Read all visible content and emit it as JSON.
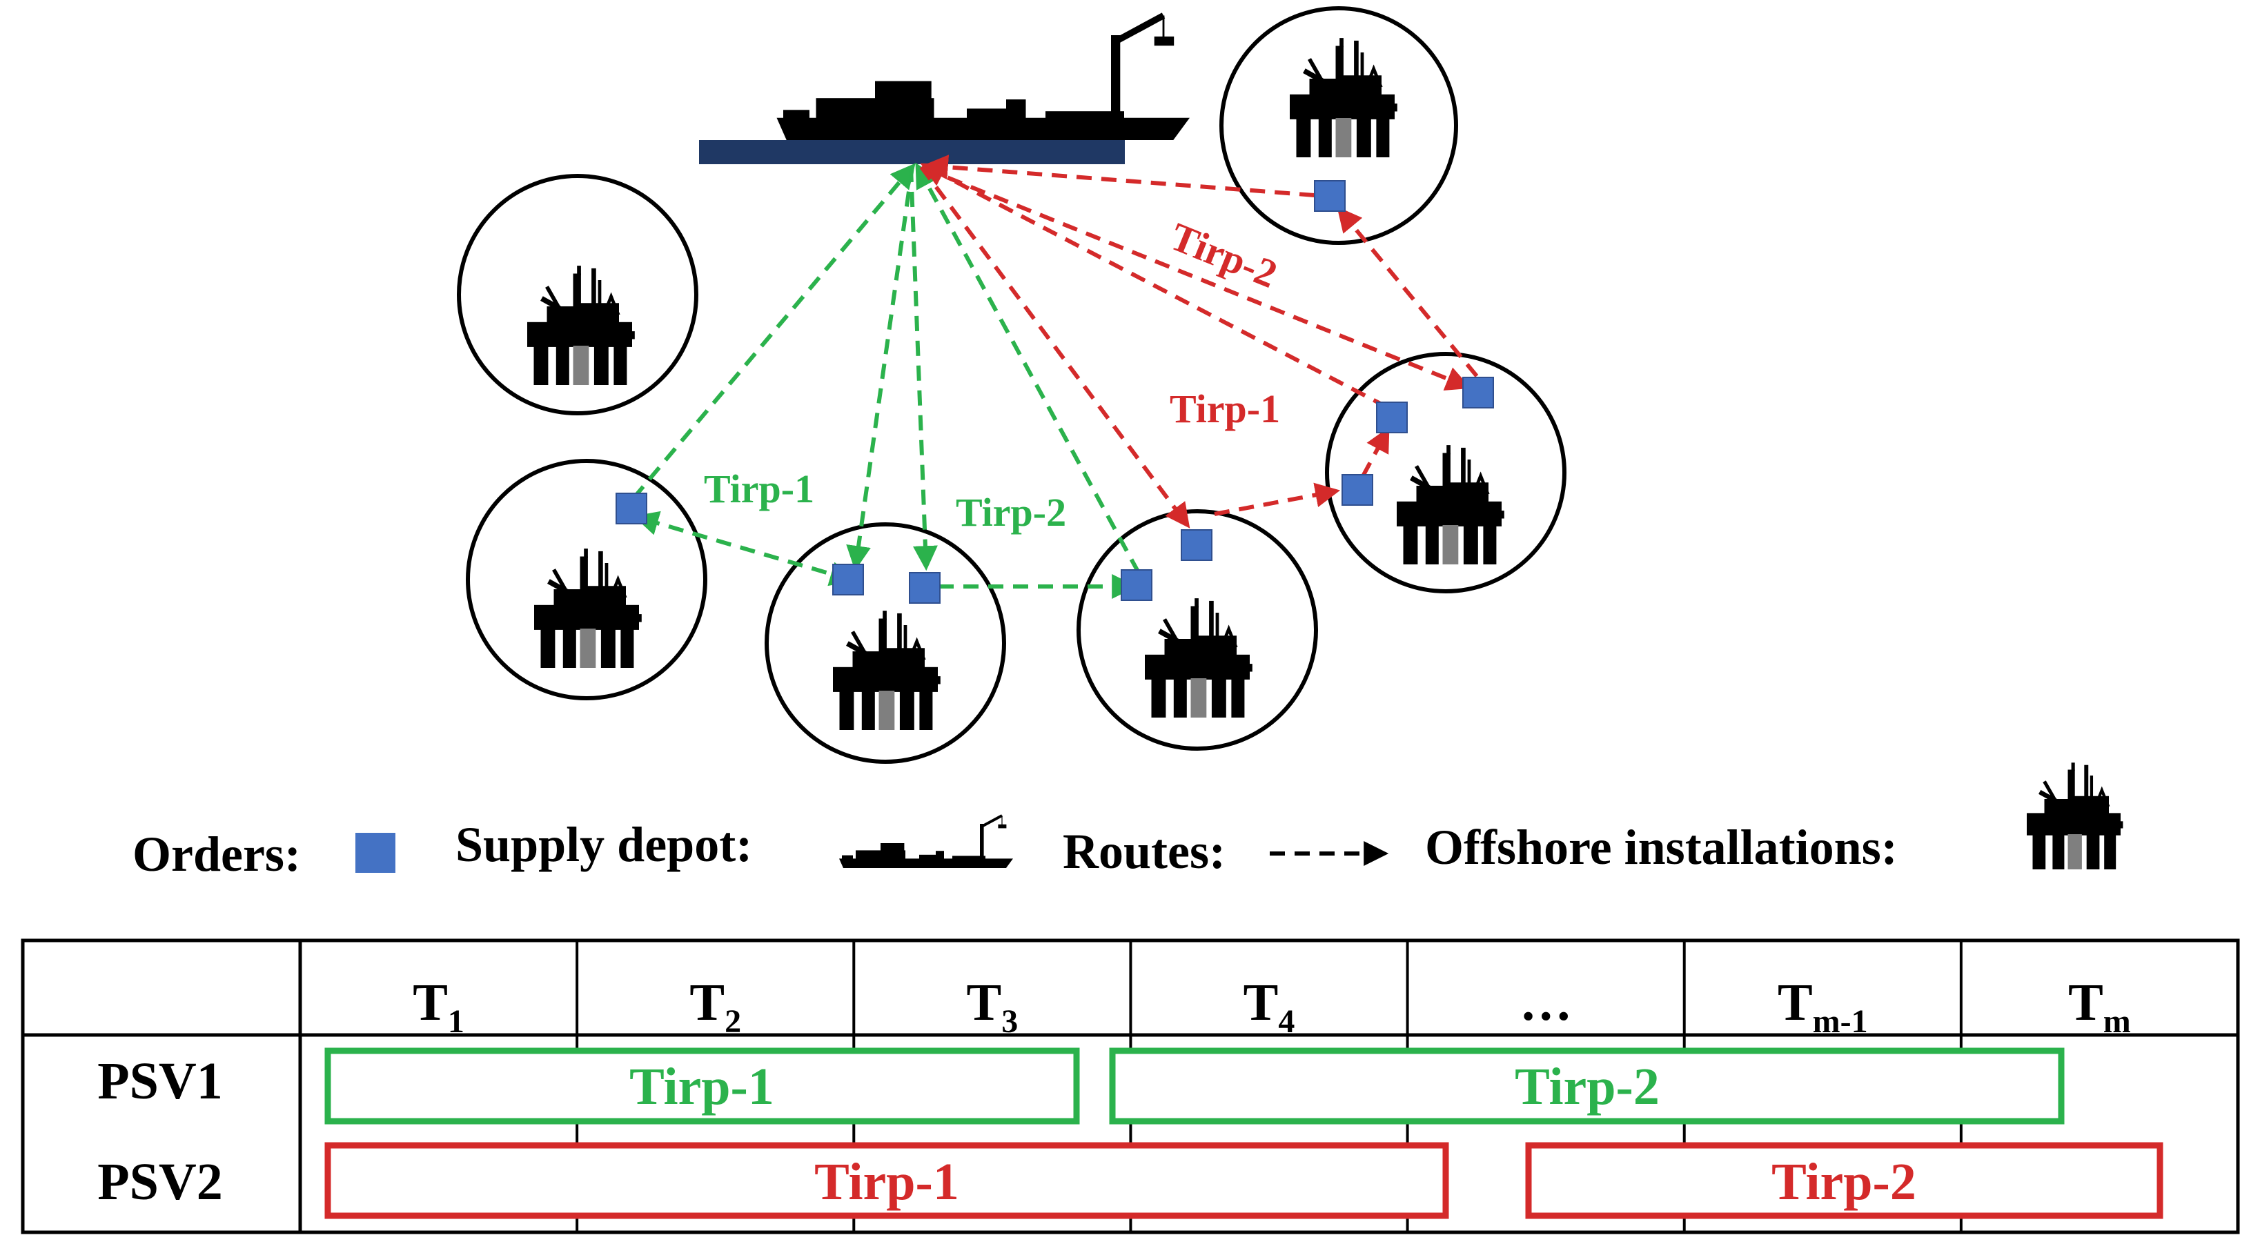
{
  "colors": {
    "green": "#2bb24c",
    "red": "#d42a2a",
    "order_blue": "#4472c4",
    "depot_platform": "#1f3864",
    "black": "#000000",
    "platform_leg_grey": "#7f7f7f"
  },
  "icons": {
    "order": "blue-square-icon",
    "supply_depot": "supply-ship-icon",
    "offshore_installation": "oil-rig-icon",
    "route": "dashed-arrow-icon"
  },
  "route_labels": {
    "green_trip_1": "Tirp-1",
    "green_trip_2": "Tirp-2",
    "red_trip_1": "Tirp-1",
    "red_trip_2": "Tirp-2"
  },
  "legend": {
    "orders": "Orders:",
    "supply_depot": "Supply depot:",
    "routes": "Routes:",
    "offshore_installations": "Offshore installations:"
  },
  "schedule": {
    "periods": [
      {
        "main": "T",
        "sub": "1"
      },
      {
        "main": "T",
        "sub": "2"
      },
      {
        "main": "T",
        "sub": "3"
      },
      {
        "main": "T",
        "sub": "4"
      },
      {
        "main": "…",
        "sub": ""
      },
      {
        "main": "T",
        "sub": "m-1"
      },
      {
        "main": "T",
        "sub": "m"
      }
    ],
    "vessels": [
      {
        "name": "PSV1",
        "color": "green",
        "trips": [
          "Tirp-1",
          "Tirp-2"
        ]
      },
      {
        "name": "PSV2",
        "color": "red",
        "trips": [
          "Tirp-1",
          "Tirp-2"
        ]
      }
    ]
  }
}
